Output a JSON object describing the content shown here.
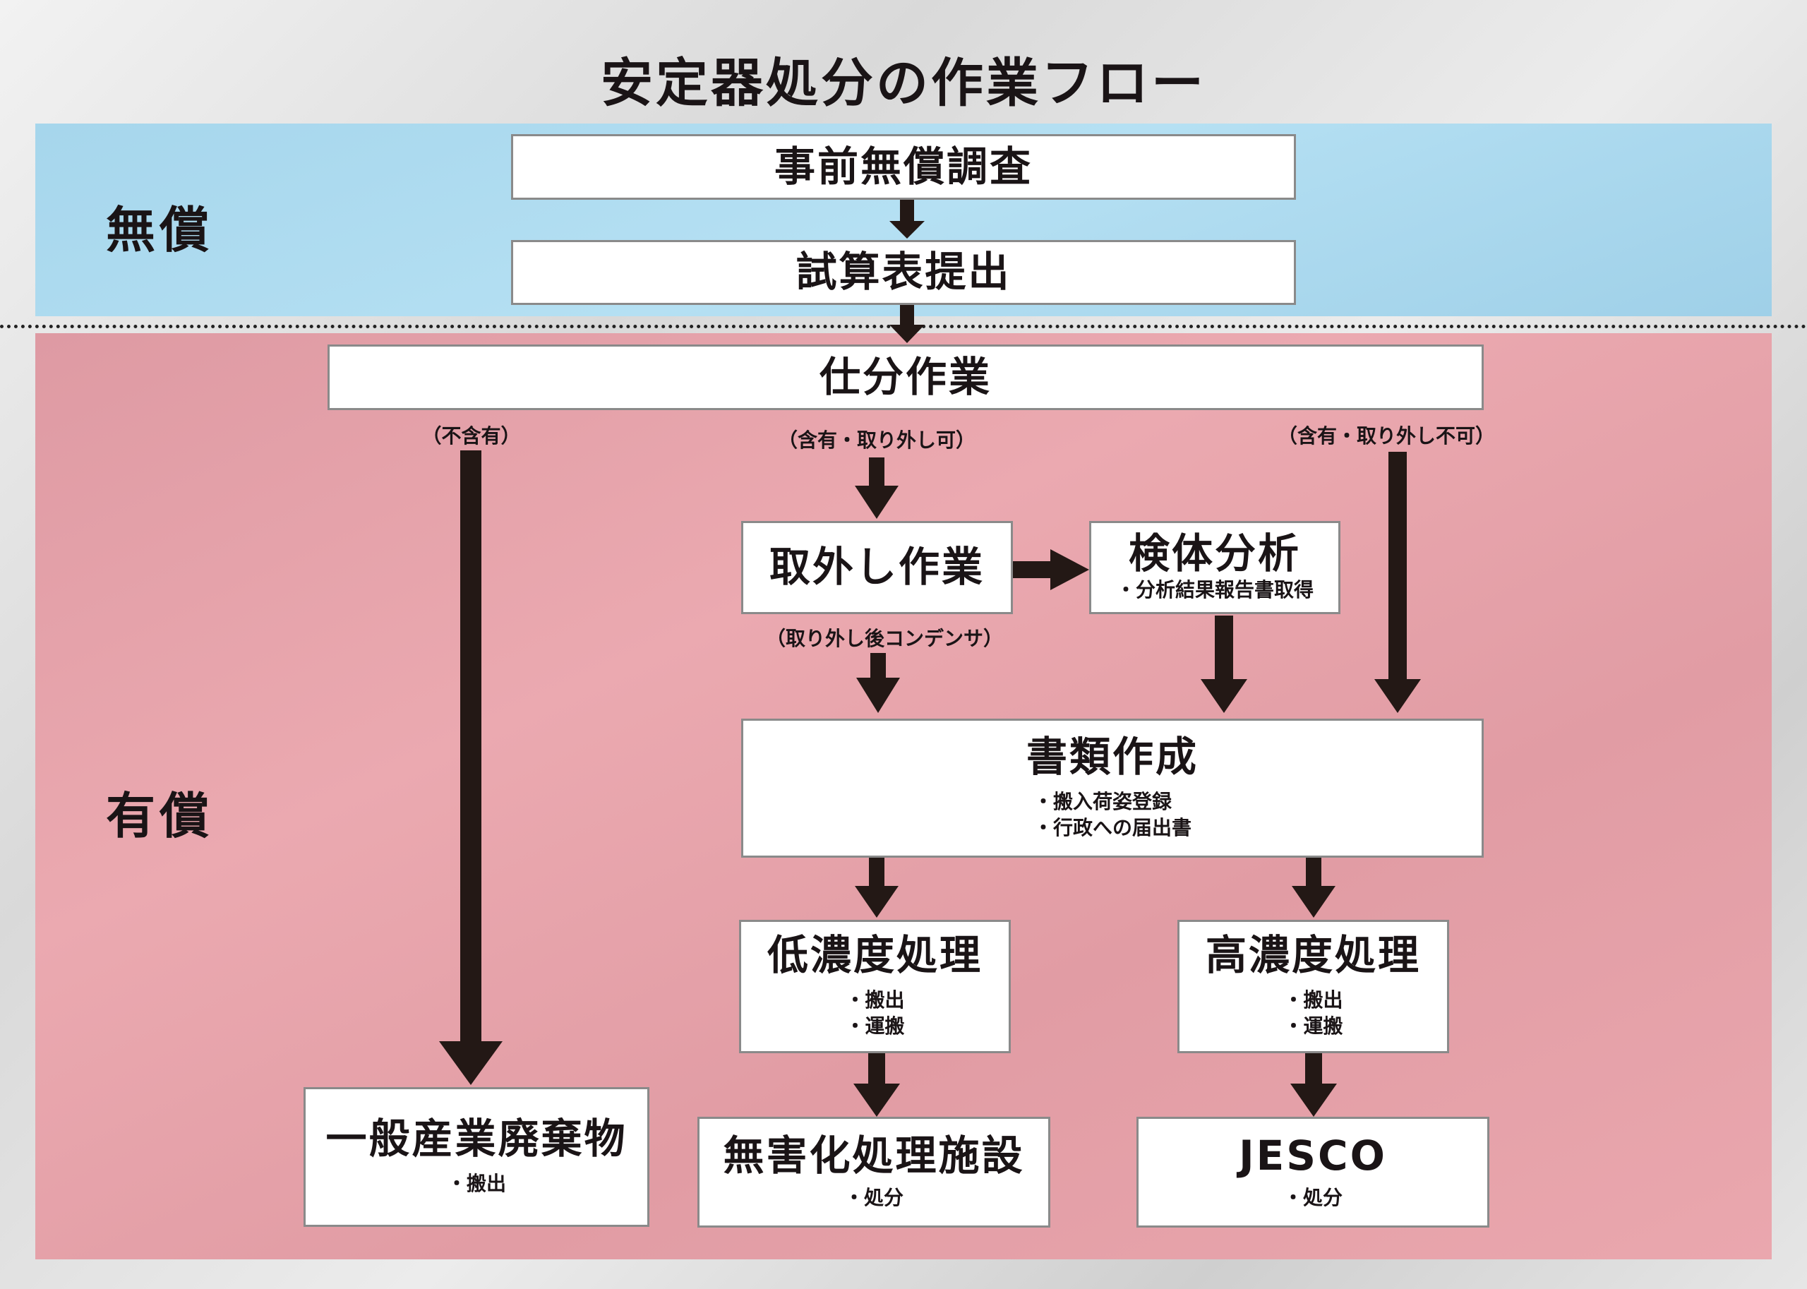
{
  "title": "安定器処分の作業フロー",
  "sections": {
    "free": "無償",
    "paid": "有償"
  },
  "boxes": {
    "pre_survey": {
      "title": "事前無償調査"
    },
    "estimate": {
      "title": "試算表提出"
    },
    "sorting": {
      "title": "仕分作業"
    },
    "removal": {
      "title": "取外し作業"
    },
    "analysis": {
      "title": "検体分析",
      "items": [
        "・分析結果報告書取得"
      ]
    },
    "documents": {
      "title": "書類作成",
      "items": [
        "・搬入荷姿登録",
        "・行政への届出書"
      ]
    },
    "low_conc": {
      "title": "低濃度処理",
      "items": [
        "・搬出",
        "・運搬"
      ]
    },
    "high_conc": {
      "title": "高濃度処理",
      "items": [
        "・搬出",
        "・運搬"
      ]
    },
    "general_waste": {
      "title": "一般産業廃棄物",
      "items": [
        "・搬出"
      ]
    },
    "detox_facility": {
      "title": "無害化処理施設",
      "items": [
        "・処分"
      ]
    },
    "jesco": {
      "title": "JESCO",
      "items": [
        "・処分"
      ]
    }
  },
  "notes": {
    "no_pcb": "（不含有）",
    "pcb_removable": "（含有・取り外し可）",
    "pcb_not_removable": "（含有・取り外し不可）",
    "after_removal": "（取り外し後コンデンサ）"
  },
  "colors": {
    "free_band": "#a6d6ec",
    "paid_band": "#e6a3aa",
    "arrow": "#231815",
    "box": "#ffffff"
  }
}
